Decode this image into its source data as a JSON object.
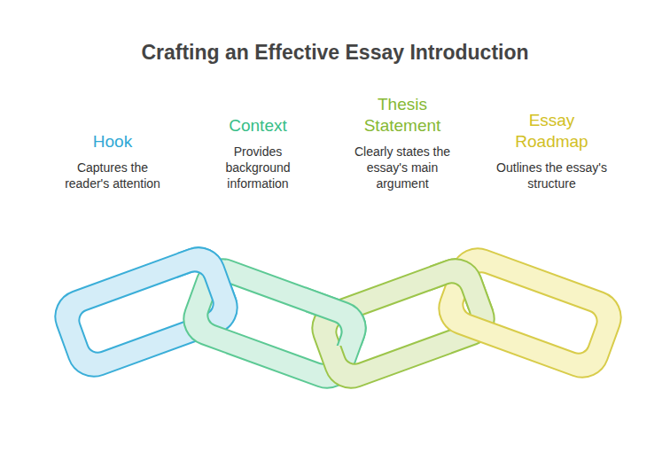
{
  "diagram": {
    "title": "Crafting an Effective Essay Introduction",
    "nodes": [
      {
        "text": [
          "Hook",
          "Captures the reader's attention"
        ]
      },
      {
        "text": [
          "Context",
          "Provides background information"
        ]
      },
      {
        "text": [
          "Thesis Statement",
          "Clearly states the essay's main argument"
        ]
      },
      {
        "text": [
          "Essay Roadmap",
          "Outlines the essay's structure"
        ]
      }
    ]
  }
}
